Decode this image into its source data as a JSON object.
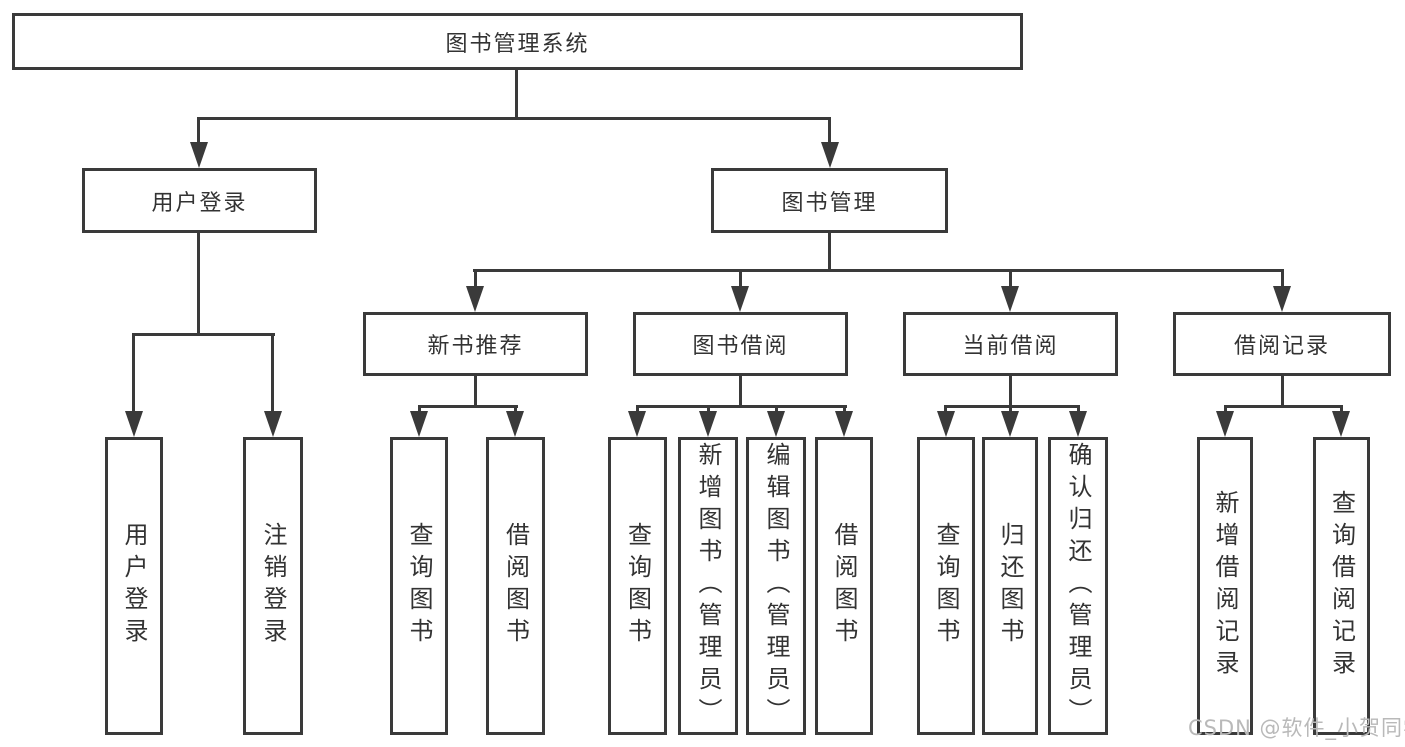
{
  "colors": {
    "line": "#3a3a3a",
    "text": "#333333",
    "watermark": "#b9b9b9",
    "background": "#ffffff"
  },
  "nodes": {
    "root": {
      "label": "图书管理系统"
    },
    "branches": [
      {
        "label": "用户登录",
        "leaves": [
          {
            "label": "用户登录"
          },
          {
            "label": "注销登录"
          }
        ]
      },
      {
        "label": "图书管理",
        "groups": [
          {
            "label": "新书推荐",
            "leaves": [
              {
                "label": "查询图书"
              },
              {
                "label": "借阅图书"
              }
            ]
          },
          {
            "label": "图书借阅",
            "leaves": [
              {
                "label": "查询图书"
              },
              {
                "label": "新增图书（管理员）"
              },
              {
                "label": "编辑图书（管理员）"
              },
              {
                "label": "借阅图书"
              }
            ]
          },
          {
            "label": "当前借阅",
            "leaves": [
              {
                "label": "查询图书"
              },
              {
                "label": "归还图书"
              },
              {
                "label": "确认归还（管理员）"
              }
            ]
          },
          {
            "label": "借阅记录",
            "leaves": [
              {
                "label": "新增借阅记录"
              },
              {
                "label": "查询借阅记录"
              }
            ]
          }
        ]
      }
    ]
  },
  "watermark": {
    "text": "CSDN @软件_小贺同学"
  }
}
